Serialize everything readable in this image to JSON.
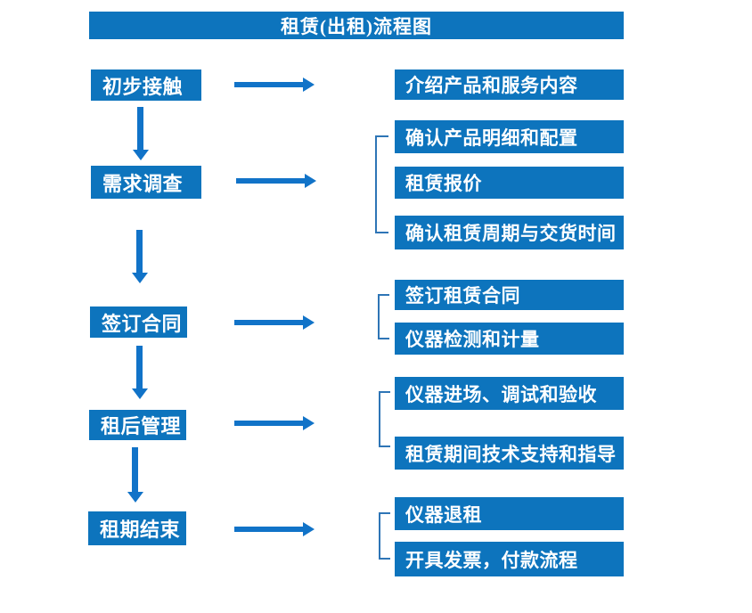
{
  "title": "租赁(出租)流程图",
  "colors": {
    "primary_blue": "#0d74bd",
    "arrow_blue": "#1173c8",
    "bracket_blue": "#2e75b6",
    "text_white": "#ffffff",
    "background": "#ffffff"
  },
  "icons": {
    "right_arrow": "right-arrow-icon",
    "down_arrow": "down-arrow-icon",
    "bracket": "group-bracket"
  },
  "steps": [
    {
      "label": "初步接触",
      "outputs": [
        "介绍产品和服务内容"
      ]
    },
    {
      "label": "需求调查",
      "outputs": [
        "确认产品明细和配置",
        "租赁报价",
        "确认租赁周期与交货时间"
      ]
    },
    {
      "label": "签订合同",
      "outputs": [
        "签订租赁合同",
        "仪器检测和计量"
      ]
    },
    {
      "label": "租后管理",
      "outputs": [
        "仪器进场、调试和验收",
        "租赁期间技术支持和指导"
      ]
    },
    {
      "label": "租期结束",
      "outputs": [
        "仪器退租",
        "开具发票，付款流程"
      ]
    }
  ]
}
